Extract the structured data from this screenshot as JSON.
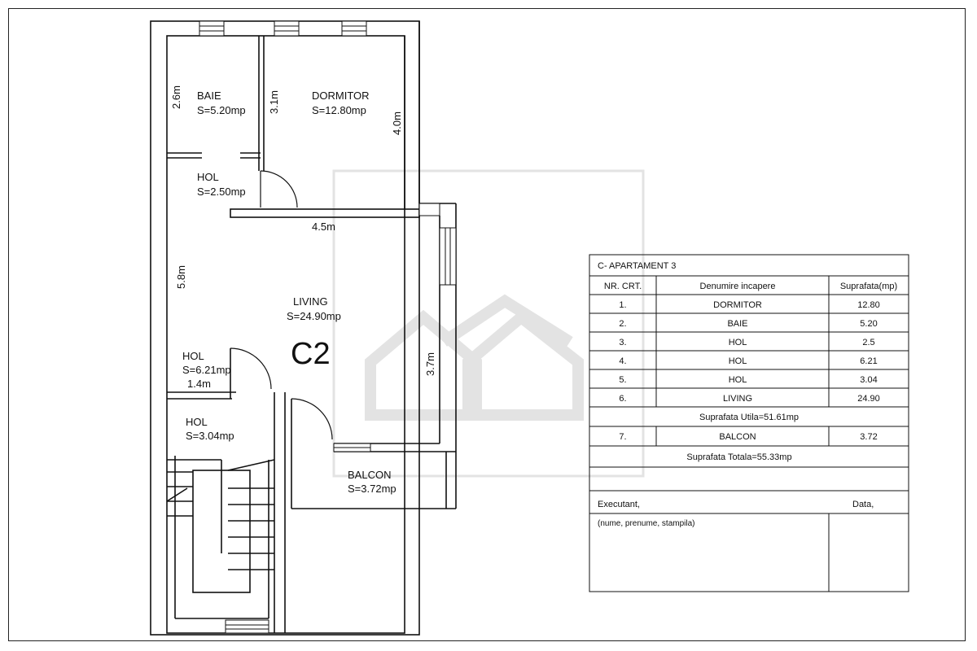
{
  "plan": {
    "code": "C2",
    "rooms": [
      {
        "id": "baie",
        "name": "BAIE",
        "area": "S=5.20mp"
      },
      {
        "id": "dormitor",
        "name": "DORMITOR",
        "area": "S=12.80mp"
      },
      {
        "id": "hol1",
        "name": "HOL",
        "area": "S=2.50mp"
      },
      {
        "id": "living",
        "name": "LIVING",
        "area": "S=24.90mp"
      },
      {
        "id": "hol2",
        "name": "HOL",
        "area": "S=6.21mp"
      },
      {
        "id": "hol3",
        "name": "HOL",
        "area": "S=3.04mp"
      },
      {
        "id": "balcon",
        "name": "BALCON",
        "area": "S=3.72mp"
      }
    ],
    "dimensions": {
      "baie_height": "2.6m",
      "dormitor_width": "3.1m",
      "dormitor_height": "4.0m",
      "living_width": "4.5m",
      "living_height": "5.8m",
      "living_depth": "3.7m",
      "hol_width": "1.4m"
    }
  },
  "table": {
    "title": "C- APARTAMENT 3",
    "headers": [
      "NR. CRT.",
      "Denumire incapere",
      "Suprafata(mp)"
    ],
    "rows": [
      [
        "1.",
        "DORMITOR",
        "12.80"
      ],
      [
        "2.",
        "BAIE",
        "5.20"
      ],
      [
        "3.",
        "HOL",
        "2.5"
      ],
      [
        "4.",
        "HOL",
        "6.21"
      ],
      [
        "5.",
        "HOL",
        "3.04"
      ],
      [
        "6.",
        "LIVING",
        "24.90"
      ]
    ],
    "useful_total": "Suprafata Utila=51.61mp",
    "balcony_row": [
      "7.",
      "BALCON",
      "3.72"
    ],
    "grand_total": "Suprafata Totala=55.33mp",
    "executant_label": "Executant,",
    "date_label": "Data,",
    "signature_hint": "(nume, prenume, stampila)"
  }
}
